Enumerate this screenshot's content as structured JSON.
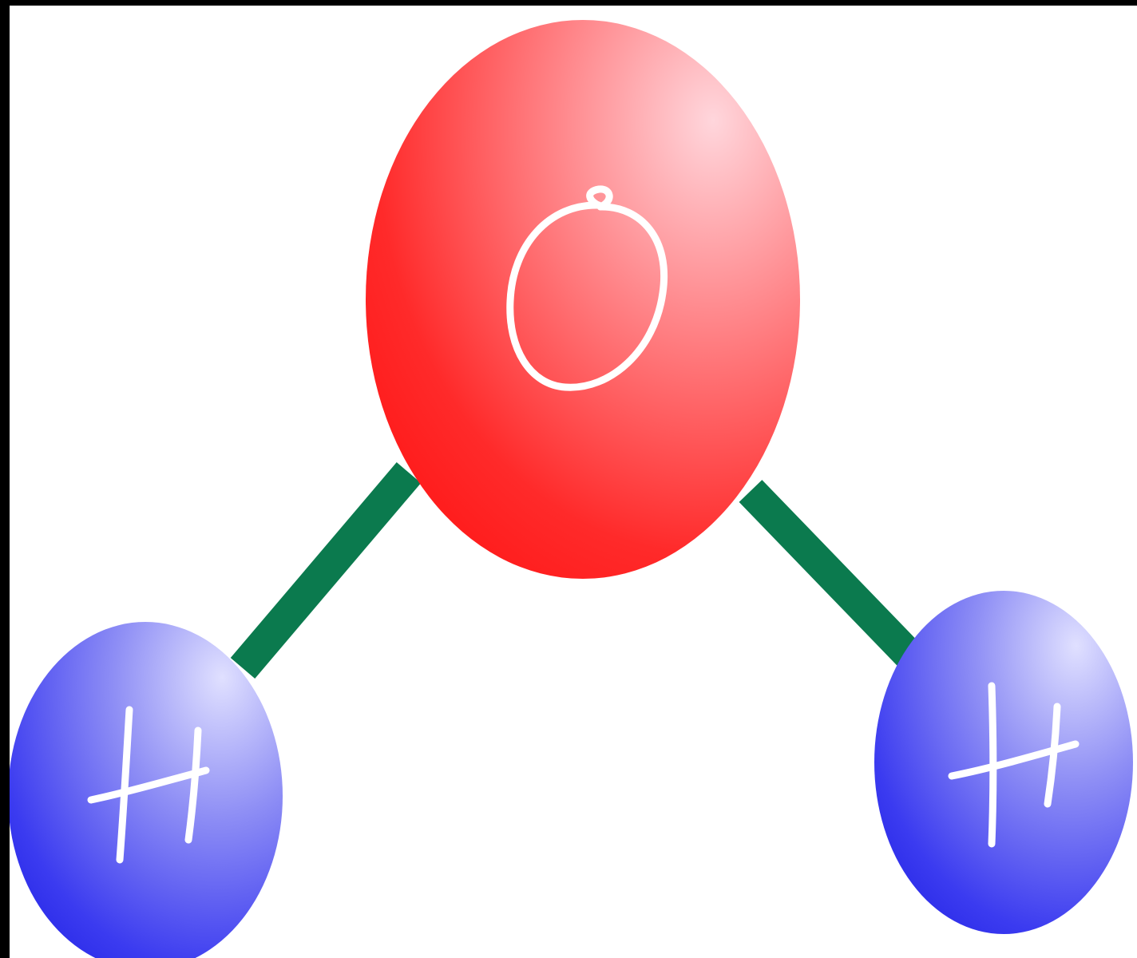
{
  "diagram": {
    "atoms": [
      {
        "id": "oxygen",
        "label": "O",
        "color": "#ff2a2a"
      },
      {
        "id": "hydrogen-left",
        "label": "H",
        "color": "#3b3bf0"
      },
      {
        "id": "hydrogen-right",
        "label": "H",
        "color": "#3b3bf0"
      }
    ],
    "bond_color": "#0b7a4e"
  }
}
